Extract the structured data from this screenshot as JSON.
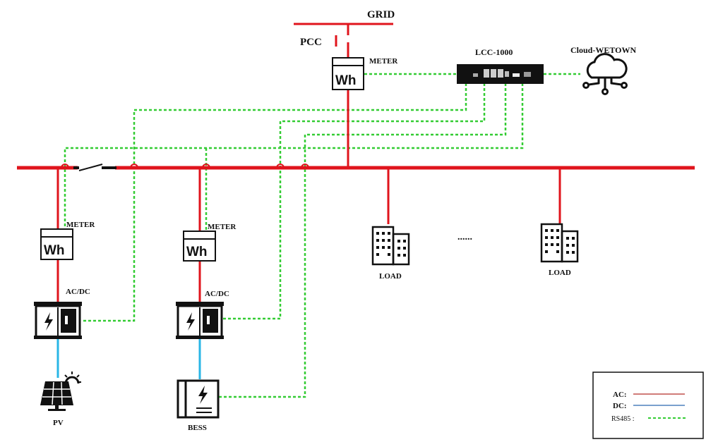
{
  "colors": {
    "ac": "#e0141c",
    "dc": "#29b6e6",
    "rs485": "#33cc33",
    "ink": "#111111"
  },
  "labels": {
    "grid": "GRID",
    "pcc": "PCC",
    "meter": "METER",
    "meter_text": "Wh",
    "lcc": "LCC-1000",
    "cloud": "Cloud-WETOWN",
    "acdc": "AC/DC",
    "pv": "PV",
    "bess": "BESS",
    "load": "LOAD",
    "ellipsis": "......"
  },
  "legend": {
    "ac": "AC:",
    "dc": "DC:",
    "rs485": "RS485 :"
  }
}
